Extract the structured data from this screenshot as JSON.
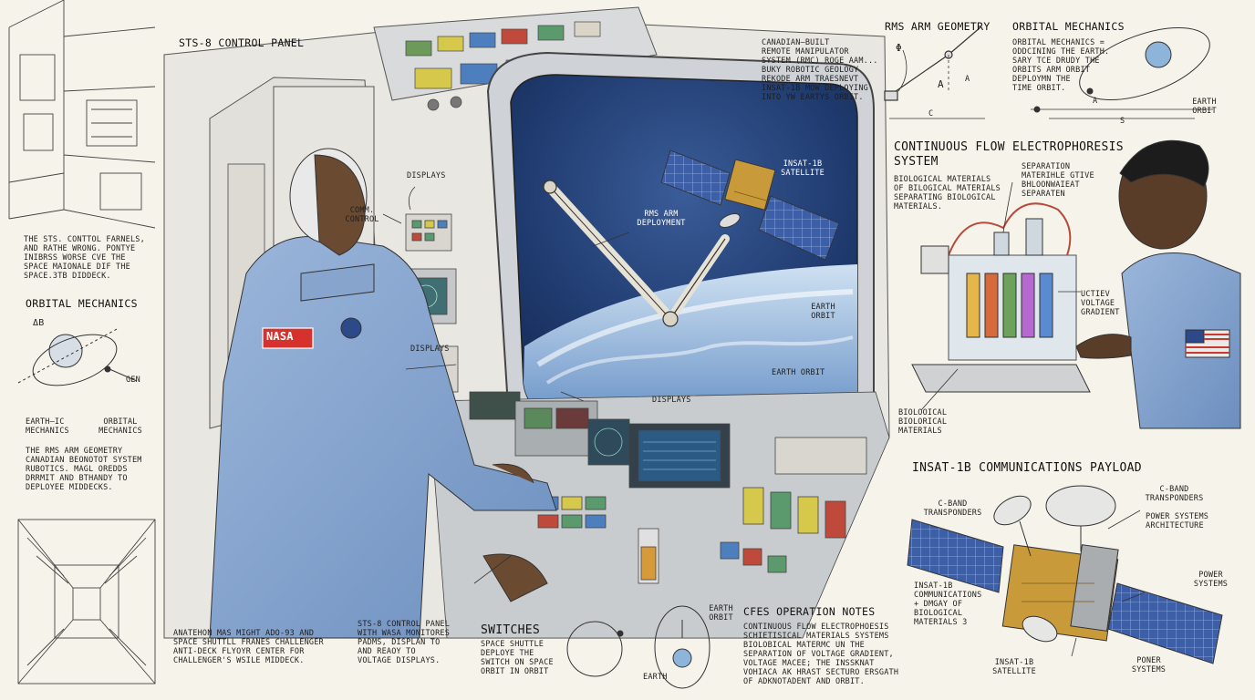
{
  "headings": {
    "control_panel": "STS-8 CONTROL PANEL",
    "rms_geometry": "RMS ARM GEOMETRY",
    "orbital_top": "ORBITAL MECHANICS",
    "cfes_line1": "CONTINUOUS FLOW ELECTROPHORESIS",
    "cfes_line2": "SYSTEM",
    "orbital_left": "ORBITAL MECHANICS",
    "insat_payload": "INSAT-1B COMMUNICATIONS PAYLOAD",
    "switches": "SWITCHES",
    "cfes_notes": "CFES OPERATION NOTES"
  },
  "notes": {
    "left_top": "THE STS. CONTTOL FARNELS,\nAND RATHE WRONG. PONTYE\nINIBRSS WORSE CVE THE\nSPACE MAIONALE DIF THE\nSPACE.3TB DIDDECK.",
    "rms_left": "THE RMS ARM GEOMETRY\nCANADIAN BEONOTOT SYSTEM\nRUBOTICS. MAGL OREDDS\nDRRMIT AND BTHANDY TO\nDEPLOYEE MIDDECKS.",
    "bottom_left": "ANATEHON MAS MIGHT ADO-93 AND\nSPACE SHUTTLL FRANES CHALLENGER\nANTI-DECK FLYOYR CENTER FOR\nCHALLENGER'S WSILE MIDDECK.",
    "bottom_mid": "STS-8 CONTROL PANEL\nWITH WASA MONITORES\nPADMS, DISPLAN TO\nAND REAOY TO\nVOLTAGE DISPLAYS.",
    "switches_note": "SPACE SHUTTLE\nDEPLOYE THE\nSWITCH ON SPACE\nORBIT IN ORBIT",
    "cfes_notes_text": "CONTINUOUS FLOW ELECTROPHOESIS\nSCHIETISICAL MATERIALS SYSTEMS\nBIOLOBICAL MATERMC UN THE\nSEPARATION OF VOLTAGE GRADIENT,\nVOLTAGE MACEE; THE INSSKNAT\nVOHIACA AK HRAST SECTURO ERSGATH\nOF ADKNOTADENT AND ORBIT.",
    "canadian": "CANADIAN—BUILT\nREMOTE MANIPULATOR\nSYSTEM (RMC) ROGE AAM...\nBUKY ROBOTIC GEOLOGY\nREKODE ARM TRAESNEVT\nINSAT-1B MOW DEPLOYING\nINTO YW EARTYS ORBIT.",
    "orbital_top_text": "ORBITAL MECHANICS =\nODDCINING THE EARTH.\nSARY TCE DRUDY THE\nORBITS ARM ORBIT\nDEPLOYMN THE\nTIME ORBIT.",
    "cfes_text": "BIOLOGICAL MATERIALS\nOF BILOGICAL MATERIALS\nSEPARATING BIOLOGICAL\nMATERIALS.",
    "separation": "SEPARATION\nMATERIHLE GTIVE\nBHLOONWAIEAT\nSEPARATEN",
    "uctiev": "UCTIEV\nVOLTAGE\nGRADIENT",
    "biological": "BIOLOOICAL\nBIOLORICAL\nMATERIALS"
  },
  "labels": {
    "displays_1": "DISPLAYS",
    "comm_control": "COMM.\nCONTROL",
    "displays_2": "DISPLAYS",
    "displays_3": "DISPLAYS",
    "insat_satellite": "INSAT-1B\nSATELLITE",
    "rms_deploy": "RMS ARM\nDEPLOYMENT",
    "earth_orbit_1": "EARTH\nORBIT",
    "earth_orbit_2": "EARTH ORBIT",
    "earth_orbit_top": "EARTH\nORBIT",
    "delta_b": "ΔB",
    "gen": "GEN",
    "earthic": "EARTH—IC\nMECHANICS",
    "orbital_mech_small": "ORBITAL\nMECHANICS",
    "earth_orbit_bottom": "EARTH\nORBIT",
    "earth_bottom": "EARTH",
    "c_band_left": "C-BAND\nTRANSPONDERS",
    "c_band_right": "C-BAND\nTRANSPONDERS",
    "power_arch": "POWER SYSTEMS\nARCHITECTURE",
    "power_systems_1": "POWER\nSYSTEMS",
    "insat_comm": "INSAT-1B\nCOMMUNICATIONS\n+ DMGAY OF\nBIOLOGICAL\nMATERIALS 3",
    "insat_sat_bottom": "INSAT-1B\nSATELLITE",
    "poner_systems": "PONER\nSYSTEMS",
    "nasa": "NASA",
    "geom_a": "A",
    "geom_alpha": "α",
    "geom_c": "C",
    "geom_phi": "φ",
    "orb_a": "A",
    "orb_s": "S"
  },
  "colors": {
    "paper": "#f6f3ea",
    "flight_suit": "#7f9fc9",
    "space": "#1f3a6e",
    "ink": "#1d1d1d",
    "panel_gray": "#c9ccce",
    "gold": "#c99a3a"
  }
}
